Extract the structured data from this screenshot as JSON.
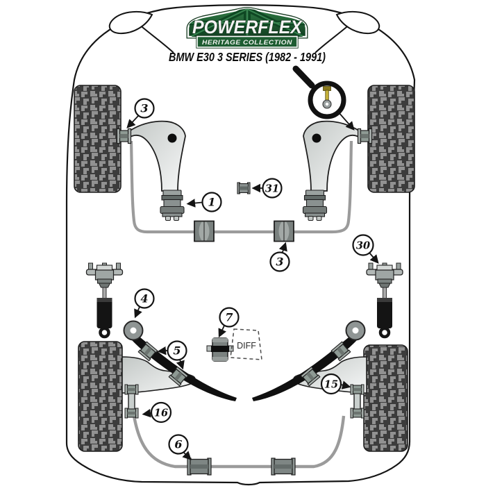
{
  "header": {
    "brand": "POWERFLEX",
    "brand_sub": "HERITAGE COLLECTION",
    "title": "BMW E30 3 SERIES (1982 - 1991)"
  },
  "diagram": {
    "diff_label": "DIFF",
    "callouts": [
      {
        "id": "front-arm-outer-bush-left",
        "number": "3"
      },
      {
        "id": "front-arm-inner-bush",
        "number": "1"
      },
      {
        "id": "center-small-bush",
        "number": "31"
      },
      {
        "id": "front-antiroll-bar-bush",
        "number": "3"
      },
      {
        "id": "rear-shock-top-mount",
        "number": "30"
      },
      {
        "id": "rear-subframe-mount",
        "number": "4"
      },
      {
        "id": "rear-beam-bushes",
        "number": "5"
      },
      {
        "id": "diff-mount-bush",
        "number": "7"
      },
      {
        "id": "rear-link-bush-right",
        "number": "15"
      },
      {
        "id": "rear-link-bush-left",
        "number": "16"
      },
      {
        "id": "rear-antiroll-bar-bush",
        "number": "6"
      }
    ],
    "colors": {
      "brand_green": "#1d5c31",
      "brand_green_dark": "#0e3a1d",
      "outline_black": "#141414",
      "tire_dark": "#3c3c3c",
      "tread_grey": "#919191",
      "arm_grey": "#d6dad8",
      "bush_grey": "#8e9a94",
      "arb_grey": "#9b9b9b",
      "bolt_yellow": "#c9b43a"
    }
  }
}
